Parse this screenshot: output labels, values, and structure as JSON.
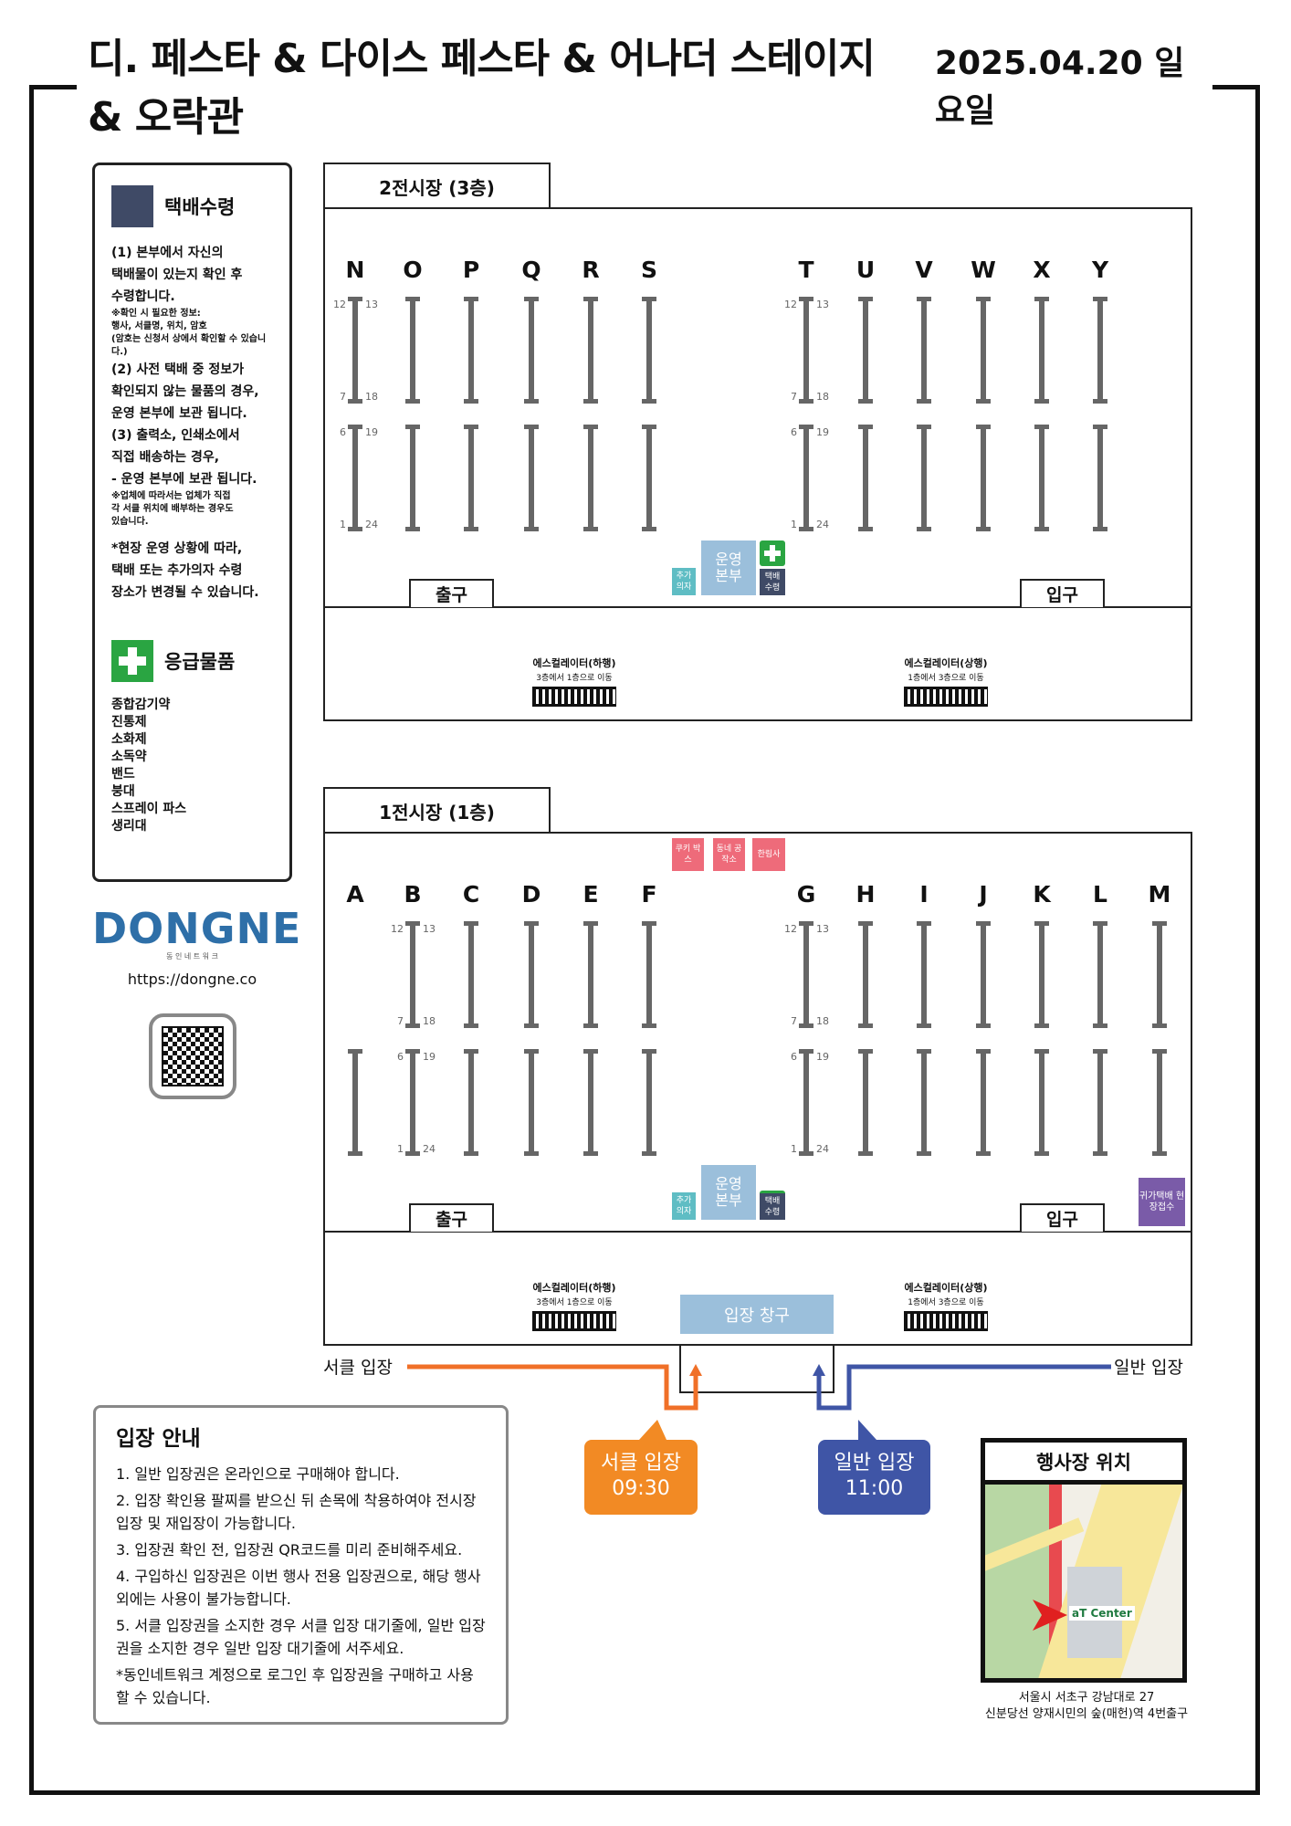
{
  "header": {
    "title": "디. 페스타 & 다이스 페스타 & 어나더 스테이지 & 오락관",
    "date": "2025.04.20 일요일"
  },
  "pickup": {
    "title": "택배수령",
    "color": "#3f4a66",
    "lines": [
      {
        "t": "(1) 본부에서 자신의",
        "s": false
      },
      {
        "t": "택배물이 있는지 확인 후",
        "s": false
      },
      {
        "t": "수령합니다.",
        "s": false
      },
      {
        "t": "※확인 시 필요한 정보:",
        "s": true
      },
      {
        "t": "행사, 서클명, 위치, 암호",
        "s": true
      },
      {
        "t": "(암호는 신청서 상에서 확인할 수 있습니다.)",
        "s": true
      },
      {
        "t": "(2) 사전 택배 중 정보가",
        "s": false
      },
      {
        "t": "확인되지 않는 물품의 경우,",
        "s": false
      },
      {
        "t": "운영 본부에 보관 됩니다.",
        "s": false
      },
      {
        "t": "(3) 출력소, 인쇄소에서",
        "s": false
      },
      {
        "t": "직접 배송하는 경우,",
        "s": false
      },
      {
        "t": "- 운영 본부에 보관 됩니다.",
        "s": false
      },
      {
        "t": "※업체에 따라서는 업체가 직접",
        "s": true
      },
      {
        "t": "각 서클 위치에 배부하는 경우도",
        "s": true
      },
      {
        "t": "있습니다.",
        "s": true
      }
    ],
    "note": [
      "*현장 운영 상황에 따라,",
      "택배 또는 추가의자 수령",
      "장소가 변경될 수 있습니다."
    ]
  },
  "firstaid": {
    "title": "응급물품",
    "items": [
      "종합감기약",
      "진통제",
      "소화제",
      "소독약",
      "밴드",
      "붕대",
      "스프레이 파스",
      "생리대"
    ]
  },
  "brand": {
    "logo": "DONGNE",
    "sub": "동 인 네 트 워 크",
    "url": "https://dongne.co"
  },
  "hall2": {
    "title": "2전시장 (3층)",
    "left_cols": [
      "N",
      "O",
      "P",
      "Q",
      "R",
      "S"
    ],
    "right_cols": [
      "T",
      "U",
      "V",
      "W",
      "X",
      "Y"
    ],
    "exit": "출구",
    "entrance": "입구",
    "hq": "운영 본부",
    "chair": "추가 의자",
    "parcel": "택배 수령",
    "esc_down": {
      "title": "에스컬레이터(하행)",
      "sub": "3층에서 1층으로 이동"
    },
    "esc_up": {
      "title": "에스컬레이터(상행)",
      "sub": "1층에서 3층으로 이동"
    }
  },
  "hall1": {
    "title": "1전시장 (1층)",
    "left_cols": [
      "A",
      "B",
      "C",
      "D",
      "E",
      "F"
    ],
    "right_cols": [
      "G",
      "H",
      "I",
      "J",
      "K",
      "L",
      "M"
    ],
    "exit": "출구",
    "entrance": "입구",
    "hq": "운영 본부",
    "chair": "추가 의자",
    "parcel": "택배 수령",
    "booths": [
      "쿠키 박스",
      "동네 공작소",
      "한림사"
    ],
    "return_parcel": "귀가택배 현장접수",
    "ticket": "입장 창구",
    "esc_down": {
      "title": "에스컬레이터(하행)",
      "sub": "3층에서 1층으로 이동"
    },
    "esc_up": {
      "title": "에스컬레이터(상행)",
      "sub": "1층에서 3층으로 이동"
    }
  },
  "seat_numbers": {
    "tl": "12",
    "tr": "13",
    "ml": "7",
    "mr": "18",
    "nl": "6",
    "nr": "19",
    "bl": "1",
    "br": "24"
  },
  "entry": {
    "circle_label": "서클 입장",
    "general_label": "일반 입장",
    "circle_time": "09:30",
    "general_time": "11:00",
    "circle_color": "#f28a24",
    "general_color": "#3f55a6"
  },
  "guide": {
    "title": "입장 안내",
    "items": [
      "1. 일반 입장권은 온라인으로 구매해야 합니다.",
      "2. 입장 확인용 팔찌를 받으신 뒤 손목에 착용하여야 전시장 입장 및 재입장이 가능합니다.",
      "3. 입장권 확인 전, 입장권 QR코드를 미리 준비해주세요.",
      "4. 구입하신 입장권은 이번 행사 전용 입장권으로, 해당 행사 외에는 사용이 불가능합니다.",
      "5. 서클 입장권을 소지한 경우 서클 입장 대기줄에, 일반 입장권을 소지한 경우 일반 입장 대기줄에 서주세요.",
      "*동인네트워크 계정으로 로그인 후 입장권을 구매하고 사용할 수 있습니다."
    ]
  },
  "location": {
    "title": "행사장 위치",
    "map_label": "aT Center",
    "address": "서울시 서초구 강남대로 27",
    "station": "신분당선 양재시민의 숲(매헌)역 4번출구"
  }
}
